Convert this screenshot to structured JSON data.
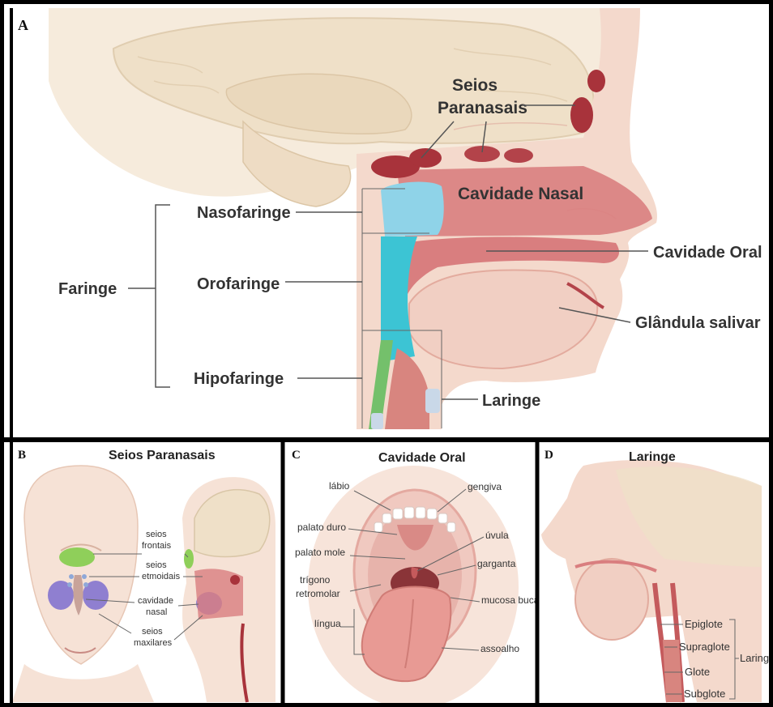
{
  "colors": {
    "border": "#000000",
    "skin": "#f4d6c8",
    "brain": "#efe3cf",
    "mucosa": "#d9787a",
    "sinus": "#a8323a",
    "nasopharynx": "#8fd3e8",
    "oropharynx": "#3cc4d4",
    "hypopharynx": "#74c06b",
    "sinus_frontal": "#8fcf5a",
    "sinus_maxillary": "#8f7fd0"
  },
  "panel_a": {
    "letter": "A",
    "labels": {
      "seios_1": "Seios",
      "seios_2": "Paranasais",
      "cavidade_nasal": "Cavidade Nasal",
      "nasofaringe": "Nasofaringe",
      "orofaringe": "Orofaringe",
      "hipofaringe": "Hipofaringe",
      "faringe": "Faringe",
      "cavidade_oral": "Cavidade Oral",
      "glandula_salivar": "Glândula salivar",
      "laringe": "Laringe"
    }
  },
  "panel_b": {
    "letter": "B",
    "title": "Seios Paranasais",
    "labels": {
      "frontais_1": "seios",
      "frontais_2": "frontais",
      "etmoidais_1": "seios",
      "etmoidais_2": "etmoidais",
      "nasal_1": "cavidade",
      "nasal_2": "nasal",
      "maxilares_1": "seios",
      "maxilares_2": "maxilares"
    }
  },
  "panel_c": {
    "letter": "C",
    "title": "Cavidade Oral",
    "labels": {
      "labio": "lábio",
      "gengiva": "gengiva",
      "palato_duro": "palato duro",
      "uvula": "úvula",
      "palato_mole": "palato mole",
      "garganta": "garganta",
      "trigono_1": "trígono",
      "trigono_2": "retromolar",
      "mucosa": "mucosa buca",
      "lingua": "língua",
      "assoalho": "assoalho"
    }
  },
  "panel_d": {
    "letter": "D",
    "title": "Laringe",
    "labels": {
      "epiglote": "Epiglote",
      "supraglote": "Supraglote",
      "glote": "Glote",
      "subglote": "Subglote",
      "laringe": "Laringe"
    }
  }
}
